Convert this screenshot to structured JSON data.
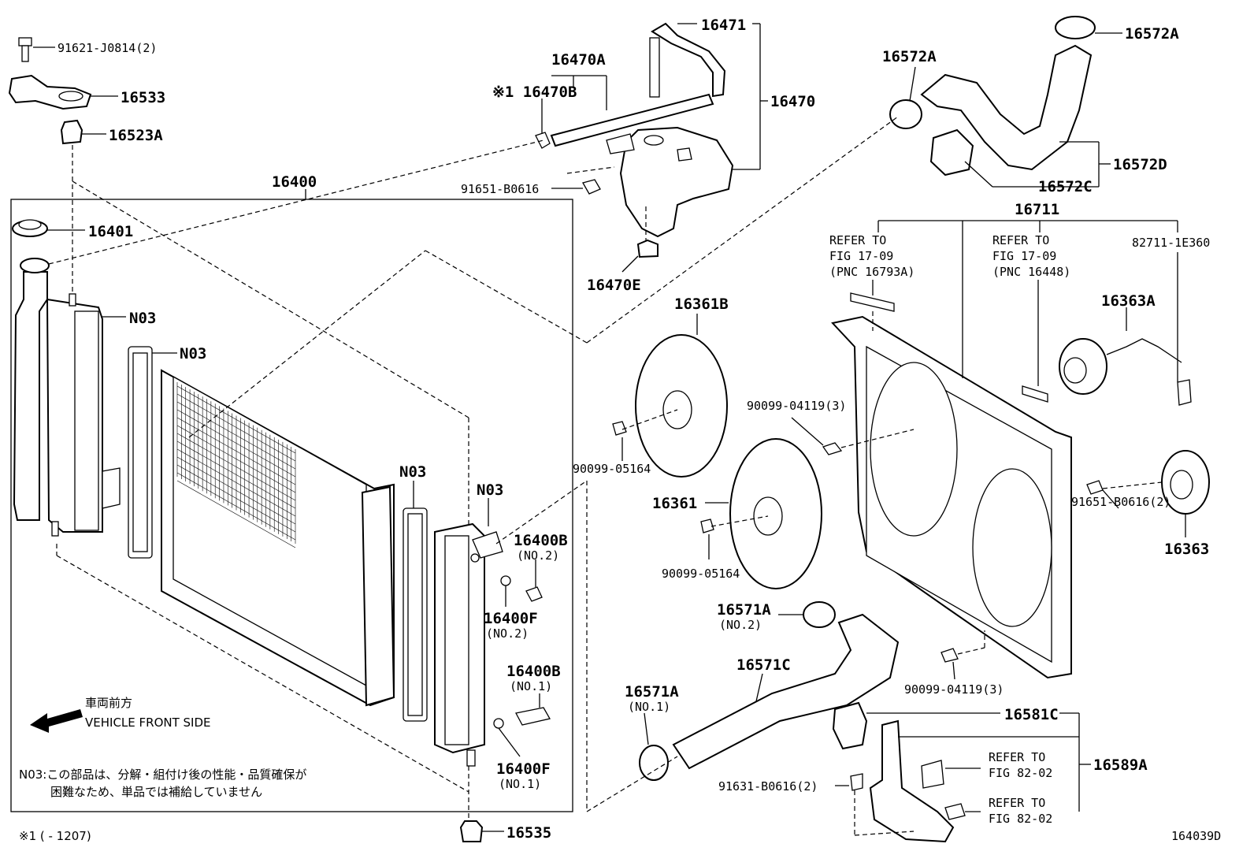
{
  "diagram_id": "164039D",
  "labels": {
    "p91621": "91621-J0814(2)",
    "p16533": "16533",
    "p16523A": "16523A",
    "p16400": "16400",
    "p16401": "16401",
    "n03_a": "N03",
    "n03_b": "N03",
    "n03_c": "N03",
    "n03_d": "N03",
    "p16470A": "16470A",
    "p16470B": "※1 16470B",
    "p16471": "16471",
    "p16470": "16470",
    "p91651a": "91651-B0616",
    "p16470E": "16470E",
    "p16572A_top": "16572A",
    "p16572A_mid": "16572A",
    "p16572D": "16572D",
    "p16572C": "16572C",
    "p16711": "16711",
    "refer1_l1": "REFER TO",
    "refer1_l2": "FIG 17-09",
    "refer1_l3": "(PNC 16793A)",
    "refer2_l1": "REFER TO",
    "refer2_l2": "FIG 17-09",
    "refer2_l3": "(PNC 16448)",
    "p82711": "82711-1E360",
    "p16363A": "16363A",
    "p16361B": "16361B",
    "p90099_04119_a": "90099-04119(3)",
    "p90099_05164_a": "90099-05164",
    "p16361": "16361",
    "p90099_05164_b": "90099-05164",
    "p91651b": "91651-B0616(2)",
    "p16363": "16363",
    "p16400B_1": "16400B",
    "p16400B_1_sub": "(NO.2)",
    "p16400F_1": "16400F",
    "p16400F_1_sub": "(NO.2)",
    "p16400B_2": "16400B",
    "p16400B_2_sub": "(NO.1)",
    "p16400F_2": "16400F",
    "p16400F_2_sub": "(NO.1)",
    "p16571A_1": "16571A",
    "p16571A_1_sub": "(NO.2)",
    "p16571C": "16571C",
    "p16571A_2": "16571A",
    "p16571A_2_sub": "(NO.1)",
    "p90099_04119_b": "90099-04119(3)",
    "p16581C": "16581C",
    "p16589A": "16589A",
    "refer3_l1": "REFER TO",
    "refer3_l2": "FIG 82-02",
    "refer4_l1": "REFER TO",
    "refer4_l2": "FIG 82-02",
    "p91631": "91631-B0616(2)",
    "p16535": "16535",
    "vehicle_jp": "車両前方",
    "vehicle_en": "VEHICLE FRONT SIDE",
    "note_l1": "N03:この部品は、分解・組付け後の性能・品質確保が",
    "note_l2": "困難なため、単品では補給していません",
    "footnote": "※1 (      - 1207)",
    "fig_code": "164039D"
  }
}
